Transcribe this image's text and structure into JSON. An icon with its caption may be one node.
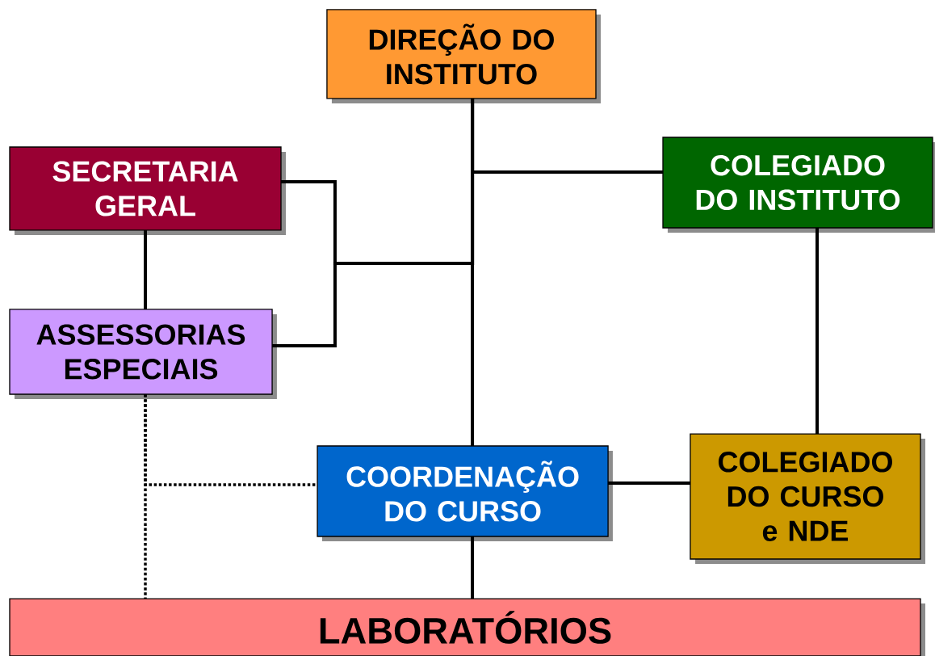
{
  "diagram": {
    "nodes": [
      {
        "text": [
          "DIREÇÃO DO INSTITUTO"
        ]
      },
      {
        "text": [
          "SECRETARIA GERAL"
        ]
      },
      {
        "text": [
          "COLEGIADO DO INSTITUTO"
        ]
      },
      {
        "text": [
          "ASSESSORIAS ESPECIAIS"
        ]
      },
      {
        "text": [
          "COORDENAÇÃO DO CURSO"
        ]
      },
      {
        "text": [
          "COLEGIADO DO CURSO e NDE"
        ]
      },
      {
        "text": [
          "LABORATÓRIOS"
        ]
      }
    ],
    "edges": [
      {
        "from": 0,
        "to": 4,
        "arrow": "none"
      },
      {
        "from": 0,
        "to": 2,
        "arrow": "none"
      },
      {
        "from": 0,
        "to": 1,
        "arrow": "none"
      },
      {
        "from": 0,
        "to": 3,
        "arrow": "none"
      },
      {
        "from": 1,
        "to": 3,
        "arrow": "none"
      },
      {
        "from": 2,
        "to": 5,
        "arrow": "none"
      },
      {
        "from": 4,
        "to": 5,
        "arrow": "none"
      },
      {
        "from": 4,
        "to": 6,
        "arrow": "none"
      },
      {
        "from": 3,
        "to": 4,
        "arrow": "none",
        "style": "dashed"
      },
      {
        "from": 3,
        "to": 6,
        "arrow": "none",
        "style": "dashed"
      }
    ]
  }
}
